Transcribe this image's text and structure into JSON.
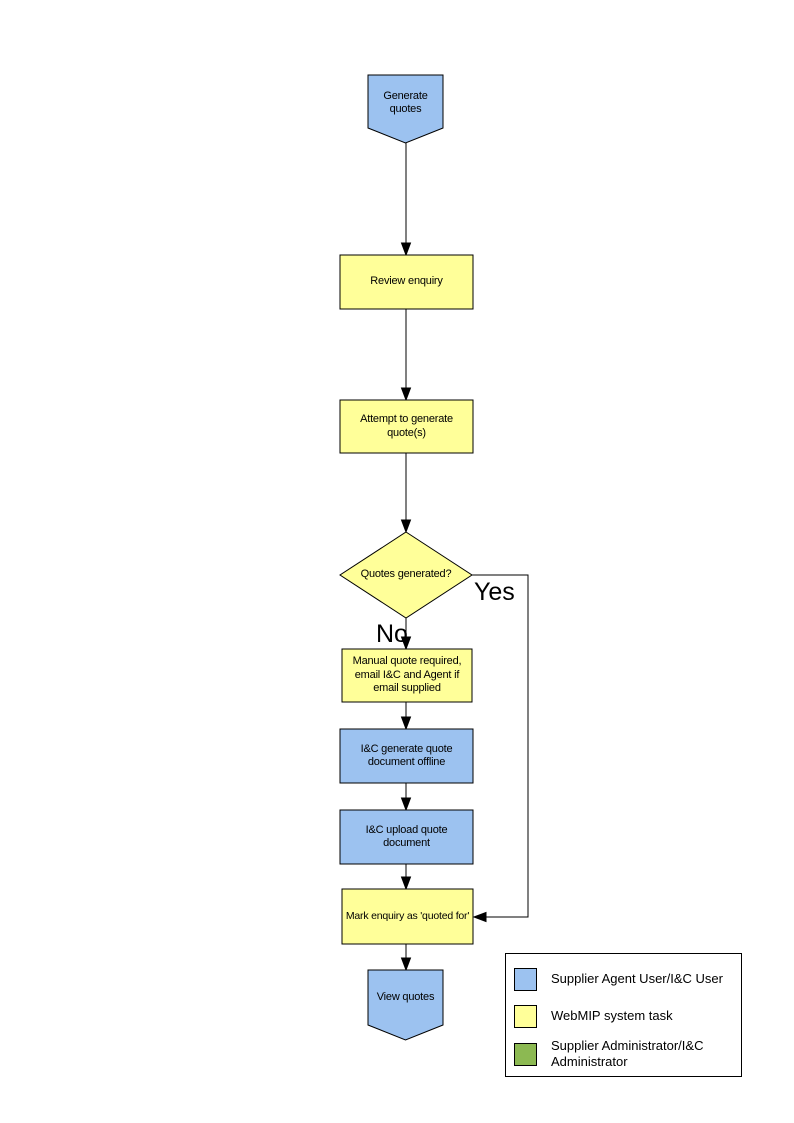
{
  "colors": {
    "node_blue": "#9CC2F0",
    "node_yellow": "#FFFF99",
    "legend_green": "#8CB952",
    "line": "#000000",
    "background": "#FFFFFF"
  },
  "nodes": {
    "start": {
      "label": "Generate quotes",
      "shape": "pentagon-down",
      "color_key": "node_blue"
    },
    "review": {
      "label": "Review enquiry",
      "shape": "rect",
      "color_key": "node_yellow"
    },
    "attempt": {
      "label": "Attempt to generate quote(s)",
      "shape": "rect",
      "color_key": "node_yellow"
    },
    "decision": {
      "label": "Quotes generated?",
      "shape": "diamond",
      "color_key": "node_yellow"
    },
    "manual": {
      "label": "Manual quote required, email I&C and Agent if email supplied",
      "shape": "rect",
      "color_key": "node_yellow"
    },
    "generate_offline": {
      "label": "I&C generate quote document offline",
      "shape": "rect",
      "color_key": "node_blue"
    },
    "upload": {
      "label": "I&C upload quote document",
      "shape": "rect",
      "color_key": "node_blue"
    },
    "mark": {
      "label": "Mark enquiry as 'quoted for'",
      "shape": "rect",
      "color_key": "node_yellow"
    },
    "end": {
      "label": "View quotes",
      "shape": "pentagon-down",
      "color_key": "node_blue"
    }
  },
  "edge_labels": {
    "yes": "Yes",
    "no": "No"
  },
  "legend": {
    "items": [
      {
        "label": "Supplier Agent User/I&C User",
        "color": "#9CC2F0"
      },
      {
        "label": "WebMIP system task",
        "color": "#FFFF99"
      },
      {
        "label": "Supplier Administrator/I&C Administrator",
        "color": "#8CB952"
      }
    ]
  }
}
